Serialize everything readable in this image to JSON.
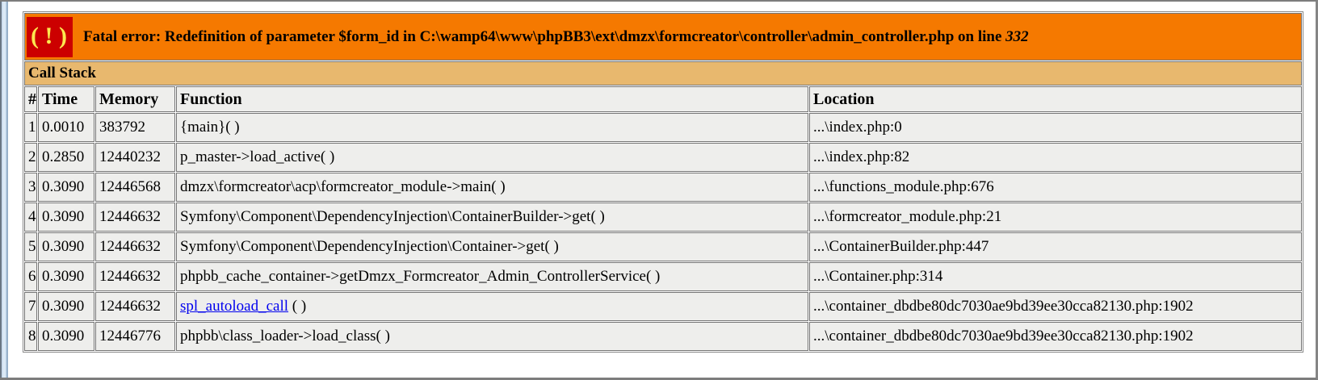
{
  "colors": {
    "error_banner_bg": "#f57900",
    "alert_icon_bg": "#cc0000",
    "alert_icon_fg": "#fce94f",
    "call_stack_bar_bg": "#e8b86e",
    "table_row_bg": "#eeeeec",
    "link": "#0000ee",
    "window_edge": "#cfe0f1"
  },
  "error": {
    "alert_icon": "( ! )",
    "message": "Fatal error: Redefinition of parameter $form_id in C:\\wamp64\\www\\phpBB3\\ext\\dmzx\\formcreator\\controller\\admin_controller.php on line ",
    "line": "332"
  },
  "call_stack": {
    "title": "Call Stack",
    "headers": [
      "#",
      "Time",
      "Memory",
      "Function",
      "Location"
    ],
    "rows": [
      {
        "num": "1",
        "time": "0.0010",
        "memory": "383792",
        "function": "{main}( )",
        "location": "...\\index.php:0"
      },
      {
        "num": "2",
        "time": "0.2850",
        "memory": "12440232",
        "function": "p_master->load_active( )",
        "location": "...\\index.php:82"
      },
      {
        "num": "3",
        "time": "0.3090",
        "memory": "12446568",
        "function": "dmzx\\formcreator\\acp\\formcreator_module->main( )",
        "location": "...\\functions_module.php:676"
      },
      {
        "num": "4",
        "time": "0.3090",
        "memory": "12446632",
        "function": "Symfony\\Component\\DependencyInjection\\ContainerBuilder->get( )",
        "location": "...\\formcreator_module.php:21"
      },
      {
        "num": "5",
        "time": "0.3090",
        "memory": "12446632",
        "function": "Symfony\\Component\\DependencyInjection\\Container->get( )",
        "location": "...\\ContainerBuilder.php:447"
      },
      {
        "num": "6",
        "time": "0.3090",
        "memory": "12446632",
        "function": "phpbb_cache_container->getDmzx_Formcreator_Admin_ControllerService( )",
        "location": "...\\Container.php:314"
      },
      {
        "num": "7",
        "time": "0.3090",
        "memory": "12446632",
        "function_link": "spl_autoload_call",
        "function_suffix": " ( )",
        "location": "...\\container_dbdbe80dc7030ae9bd39ee30cca82130.php:1902"
      },
      {
        "num": "8",
        "time": "0.3090",
        "memory": "12446776",
        "function": "phpbb\\class_loader->load_class( )",
        "location": "...\\container_dbdbe80dc7030ae9bd39ee30cca82130.php:1902"
      }
    ]
  }
}
